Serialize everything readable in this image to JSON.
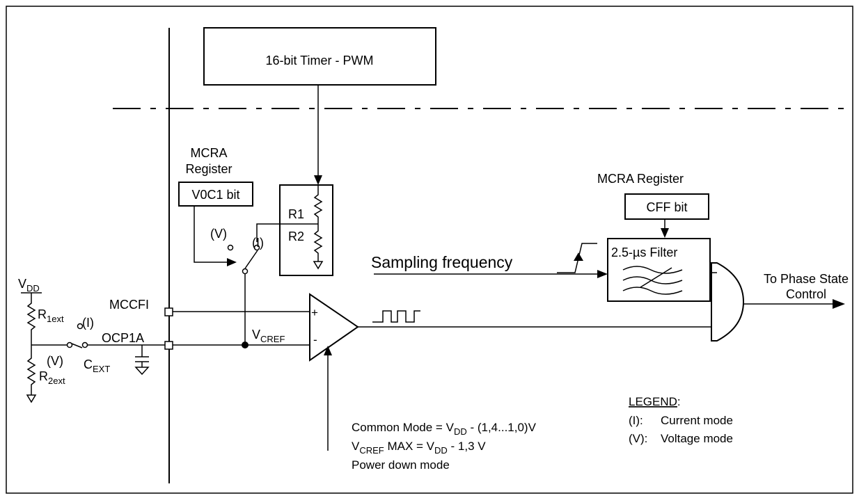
{
  "timer": {
    "label": "16-bit Timer - PWM"
  },
  "mcra_left": {
    "line1": "MCRA",
    "line2": "Register",
    "bit": "V0C1 bit"
  },
  "mcra_right": {
    "label": "MCRA Register",
    "bit": "CFF bit"
  },
  "resistors": {
    "r1": "R1",
    "r2": "R2"
  },
  "switch": {
    "v": "(V)",
    "i": "(I)"
  },
  "sampling": "Sampling frequency",
  "filter": "2.5-µs Filter",
  "output": {
    "line1": "To Phase State",
    "line2": "Control"
  },
  "vdd": {
    "main": "V",
    "sub": "DD"
  },
  "r1ext": {
    "main": "R",
    "sub": "1ext"
  },
  "r2ext": {
    "main": "R",
    "sub": "2ext"
  },
  "cext": {
    "main": "C",
    "sub": "EXT"
  },
  "ext_switch": {
    "i": "(I)",
    "v": "(V)"
  },
  "pins": {
    "mccfi": "MCCFI",
    "ocp1a": "OCP1A"
  },
  "vcref": {
    "main": "V",
    "sub": "CREF"
  },
  "comparator": {
    "plus": "+",
    "minus": "-"
  },
  "notes": {
    "common_mode_a": "Common Mode = V",
    "common_mode_sub": "DD",
    "common_mode_b": " - (1,4...1,0)V",
    "vcref_main": "V",
    "vcref_sub": "CREF",
    "vcref_b": " MAX = V",
    "vcref_sub2": "DD",
    "vcref_c": " - 1,3 V",
    "power_down": "Power down mode"
  },
  "legend": {
    "title": "LEGEND",
    "colon": ":",
    "i_key": "(I):",
    "i_text": "Current mode",
    "v_key": "(V):",
    "v_text": "Voltage mode"
  }
}
